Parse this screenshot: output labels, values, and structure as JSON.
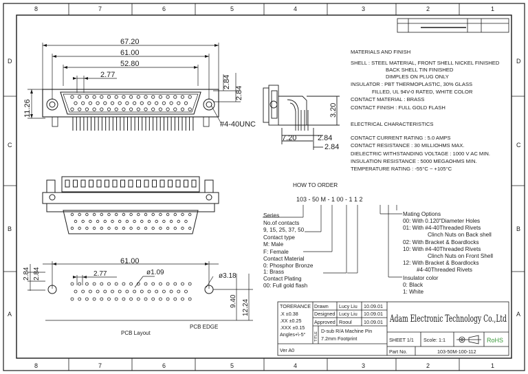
{
  "frame": {
    "columns_top": [
      "8",
      "7",
      "6",
      "5",
      "4",
      "3",
      "2",
      "1"
    ],
    "columns_bottom": [
      "8",
      "7",
      "6",
      "5",
      "4",
      "3",
      "2",
      "1"
    ],
    "rows_left": [
      "D",
      "C",
      "B",
      "A"
    ],
    "rows_right": [
      "D",
      "C",
      "B",
      "A"
    ]
  },
  "top_view": {
    "dim_overall": "67.20",
    "dim_mount": "61.00",
    "dim_shell": "52.80",
    "dim_pitch": "2.77",
    "dim_height": "11.26",
    "dim_r1": "2.84",
    "dim_r2": "2.84",
    "thread_label": "#4-40UNC"
  },
  "side_view": {
    "dim_height": "3.20",
    "dim_a": "7.20",
    "dim_b": "2.84",
    "dim_c": "2.84"
  },
  "materials": {
    "heading": "MATERIALS AND FINISH",
    "lines": [
      "SHELL : STEEL MATERIAL, FRONT SHELL NICKEL FINISHED",
      "BACK SHELL TIN FINISHED",
      "DIMPLES ON PLUG ONLY",
      "INSULATOR : PBT THERMOPLASTIC, 30% GLASS",
      "FILLED, UL 94V-0 RATED, WHITE COLOR",
      "CONTACT MATERIAL : BRASS",
      "CONTACT FINISH : FULL GOLD FLASH"
    ]
  },
  "electrical": {
    "heading": "ELECTRICAL CHARACTERISTICS",
    "lines": [
      "CONTACT CURRENT RATING : 5.0 AMPS",
      "CONTACT RESISTANCE : 30 MILLIOHMS MAX.",
      "DIELECTRIC WITHSTANDING VOLTAGE : 1000 V AC MIN.",
      "INSULATION RESISTANCE : 5000 MEGAOHMS MIN.",
      "TEMPERATURE RATING : -55°C ~ +105°C"
    ]
  },
  "order": {
    "heading": "HOW TO ORDER",
    "code": "103 - 50 M - 1 00 - 1 1 2",
    "left_lines": [
      "Series",
      "No.of contacts",
      "9, 15, 25, 37, 50",
      "Contact type",
      "M: Male",
      "F: Female",
      "Contact Material",
      "0: Phosphor Bronze",
      "1: Brass",
      "Contact Plating",
      "00: Full gold flash"
    ],
    "right_lines": [
      "Mating Options",
      "00: With 0.120\"Diameter Holes",
      "01: With #4-40Threaded Rivets",
      "Clinch Nuts on Back shell",
      "02: With Bracket & Boardlocks",
      "10: With #4-40Threaded Rivets",
      "Clinch Nuts on Front Shell",
      "12: With Bracket & Boardlocks",
      "#4-40Threaded Rivets",
      "Insulator color",
      "0: Black",
      "1: White"
    ]
  },
  "pcb": {
    "dim_r1": "2.84",
    "dim_r2": "2.84",
    "dim_mount": "61.00",
    "dim_pitch": "2.77",
    "hole_small": "ø1.09",
    "hole_large": "ø3.18",
    "dim_a": "9.40",
    "dim_b": "12.24",
    "layout_label": "PCB Layout",
    "edge_label": "PCB EDGE"
  },
  "title_block": {
    "tolerance_heading": "TORERANCE",
    "tolerances": [
      ".X ±0.38",
      ".XX ±0.25",
      ".XXX ±0.15",
      "Angles+\\-5°"
    ],
    "roles": [
      "Drawn",
      "Designed",
      "Approved"
    ],
    "names": [
      "Lucy Liu",
      "Lucy Liu",
      "Rooul"
    ],
    "dates": [
      "10.09.01",
      "10.09.01",
      "10.09.01"
    ],
    "title_label": "TITLE",
    "title_line1": "D-sub R/A Machine Pin",
    "title_line2": "7.2mm Footprint",
    "version": "Ver A0",
    "company": "Adam Electronic Technology Co.,Ltd",
    "sheet": "SHEET 1/1",
    "scale": "Scole: 1:1",
    "rohs": "RoHS",
    "part_label": "Part No.",
    "part_no": "103-50M-100-112",
    "rohs_color": "#3a9a3a"
  }
}
